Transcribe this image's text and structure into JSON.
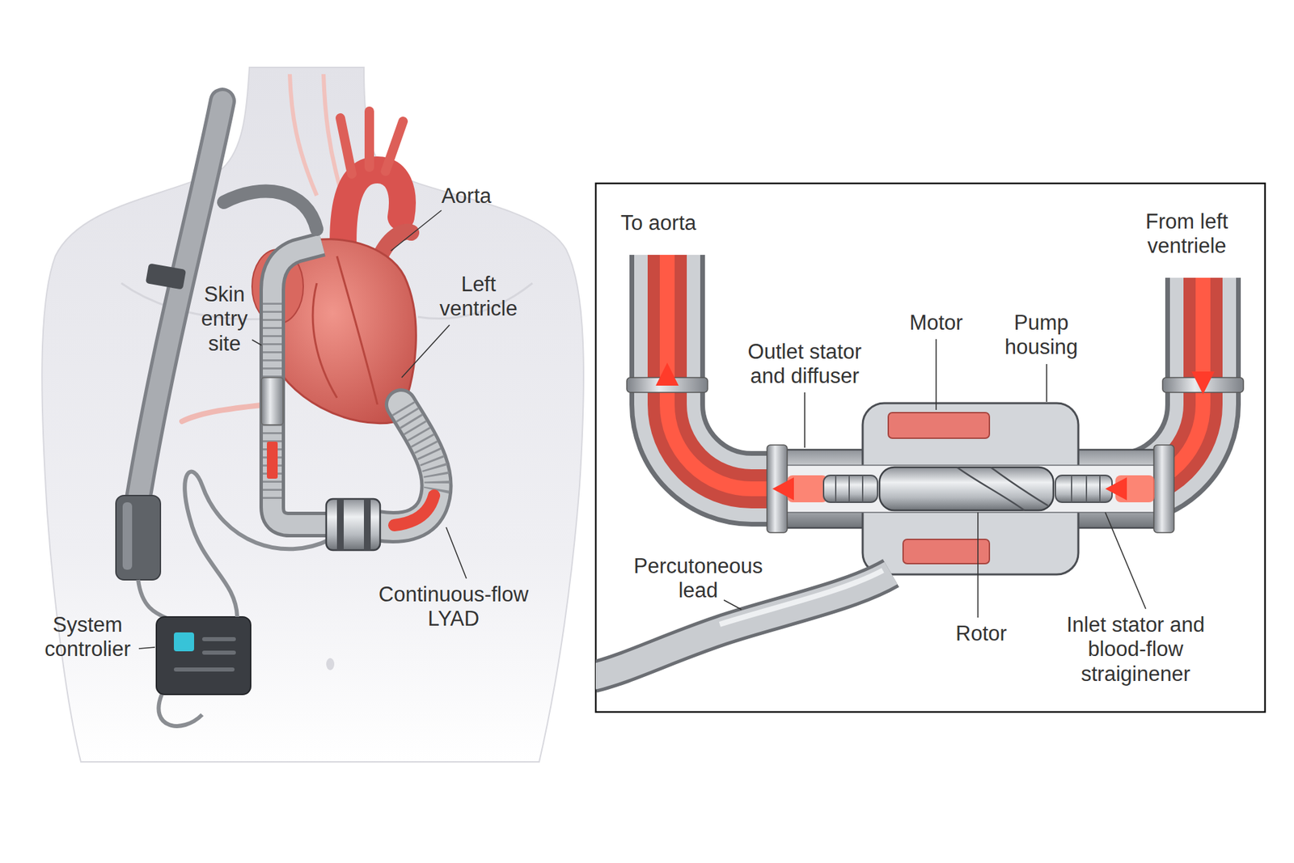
{
  "diagram": {
    "labels": [
      "Aorta",
      "Left ventricle",
      "Skin entry site",
      "Continuous-flow LYAD",
      "System controlier",
      "To aorta",
      "From left ventriele",
      "Motor",
      "Pump housing",
      "Outlet stator and diffuser",
      "Percutoneous lead",
      "Rotor",
      "Inlet stator and blood-flow straiginener"
    ]
  }
}
